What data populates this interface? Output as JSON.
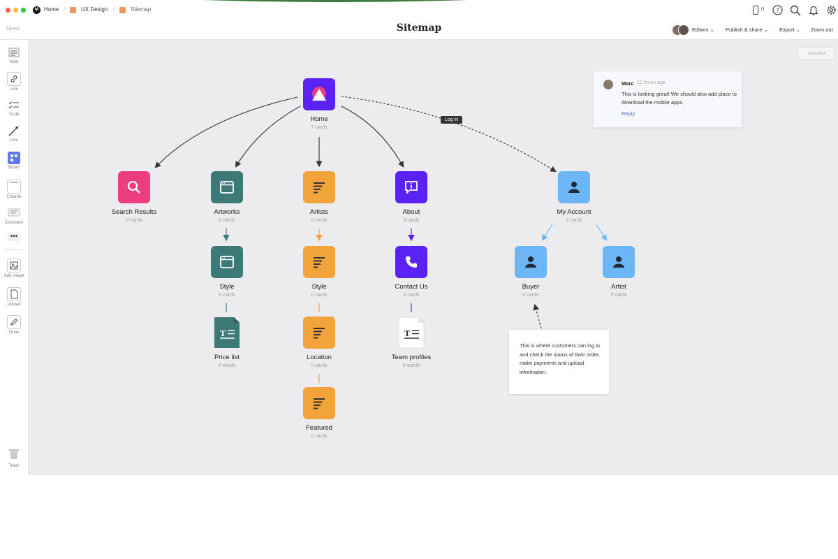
{
  "titlebar": {
    "breadcrumbs": [
      {
        "label": "Home",
        "icon": "milanote-logo-icon"
      },
      {
        "label": "UX Design",
        "icon": "board-icon",
        "color": "#ea9860"
      },
      {
        "label": "Sitemap",
        "icon": "board-icon",
        "color": "#ea9860"
      }
    ],
    "notification_count": "0"
  },
  "header": {
    "saved_status": "Saved",
    "title": "Sitemap",
    "editors_label": "Editors",
    "publish_label": "Publish & share",
    "export_label": "Export",
    "zoom_label": "Zoom out"
  },
  "toolbar": {
    "items": [
      {
        "label": "Note",
        "icon": "note-icon"
      },
      {
        "label": "Link",
        "icon": "link-icon"
      },
      {
        "label": "To-do",
        "icon": "todo-icon"
      },
      {
        "label": "Line",
        "icon": "line-icon"
      },
      {
        "label": "Board",
        "icon": "board-icon"
      },
      {
        "label": "Column",
        "icon": "column-icon"
      },
      {
        "label": "Comment",
        "icon": "comment-icon"
      },
      {
        "label": "",
        "icon": "more-icon"
      },
      {
        "label": "Add image",
        "icon": "image-icon"
      },
      {
        "label": "Upload",
        "icon": "upload-icon"
      },
      {
        "label": "Draw",
        "icon": "pencil-icon"
      }
    ],
    "trash_label": "Trash"
  },
  "canvas": {
    "unsorted_label": "Unsorted",
    "login_tag": "Log in",
    "nodes": {
      "home": {
        "title": "Home",
        "sub": "7 cards"
      },
      "search": {
        "title": "Search Results",
        "sub": "0 cards",
        "color": "#ec3d7e"
      },
      "artworks": {
        "title": "Artworks",
        "sub": "0 cards",
        "color": "#3d7a77"
      },
      "artists": {
        "title": "Artists",
        "sub": "0 cards",
        "color": "#f2a33a"
      },
      "about": {
        "title": "About",
        "sub": "0 cards",
        "color": "#5b22f5"
      },
      "myaccount": {
        "title": "My Account",
        "sub": "2 cards",
        "color": "#6cb6f5"
      },
      "style1": {
        "title": "Style",
        "sub": "0 cards"
      },
      "style2": {
        "title": "Style",
        "sub": "0 cards"
      },
      "contact": {
        "title": "Contact Us",
        "sub": "0 cards"
      },
      "buyer": {
        "title": "Buyer",
        "sub": "0 cards"
      },
      "artist": {
        "title": "Artist",
        "sub": "0 cards"
      },
      "pricelist": {
        "title": "Price list",
        "sub": "0 words"
      },
      "location": {
        "title": "Location",
        "sub": "0 cards"
      },
      "team": {
        "title": "Team profiles",
        "sub": "0 words"
      },
      "featured": {
        "title": "Featured",
        "sub": "0 cards"
      }
    },
    "comment": {
      "author": "Marc",
      "time": "21 hours ago",
      "text": "This is looking great! We should also add place to download the mobile apps.",
      "reply": "Reply"
    },
    "note": {
      "text": "This is where customers can log in and check the status of their order, make payments and upload information."
    }
  }
}
